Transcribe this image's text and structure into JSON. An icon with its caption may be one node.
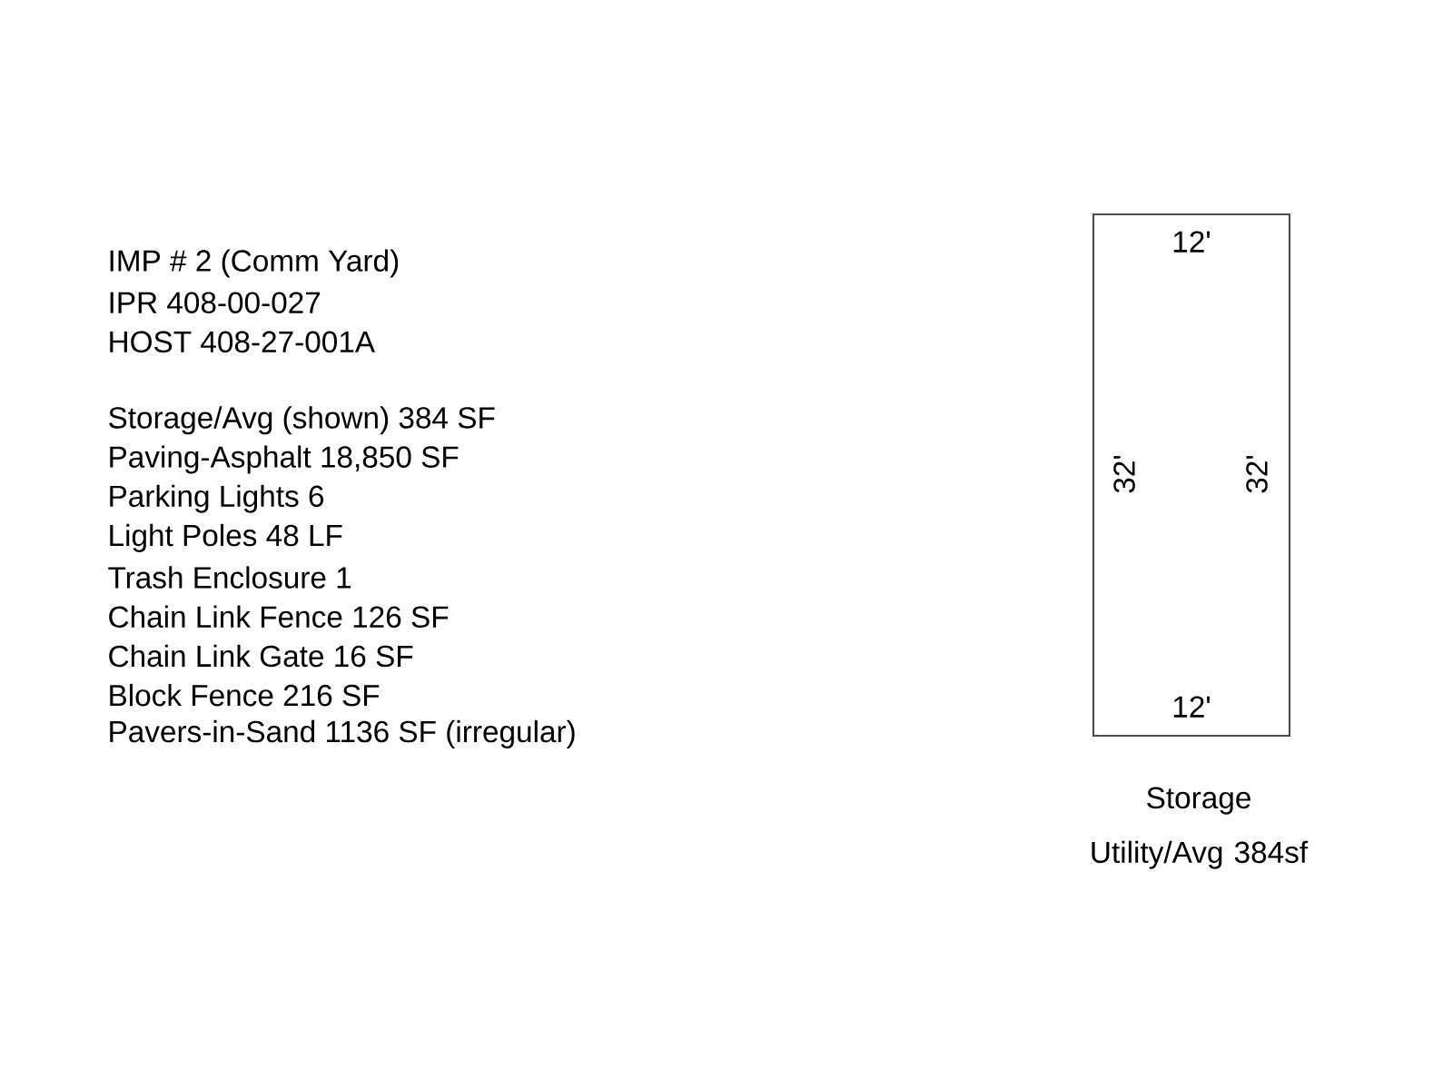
{
  "diagram": {
    "nodes": [
      {
        "text": [
          "12'",
          "32'",
          "32'",
          "12'"
        ],
        "beside": [
          "Storage Utility/Avg 384sf"
        ]
      }
    ],
    "labels": [
      "IMP # 2 (Comm Yard)",
      "IPR 408-00-027",
      "HOST 408-27-001A",
      "Storage/Avg (shown) 384 SF",
      "Paving-Asphalt 18,850 SF",
      "Parking Lights 6",
      "Light Poles 48 LF",
      "Trash Enclosure 1",
      "Chain Link Fence 126 SF",
      "Chain Link Gate 16 SF",
      "Block Fence 216 SF",
      "Pavers-in-Sand 1136 SF (irregular)"
    ]
  }
}
